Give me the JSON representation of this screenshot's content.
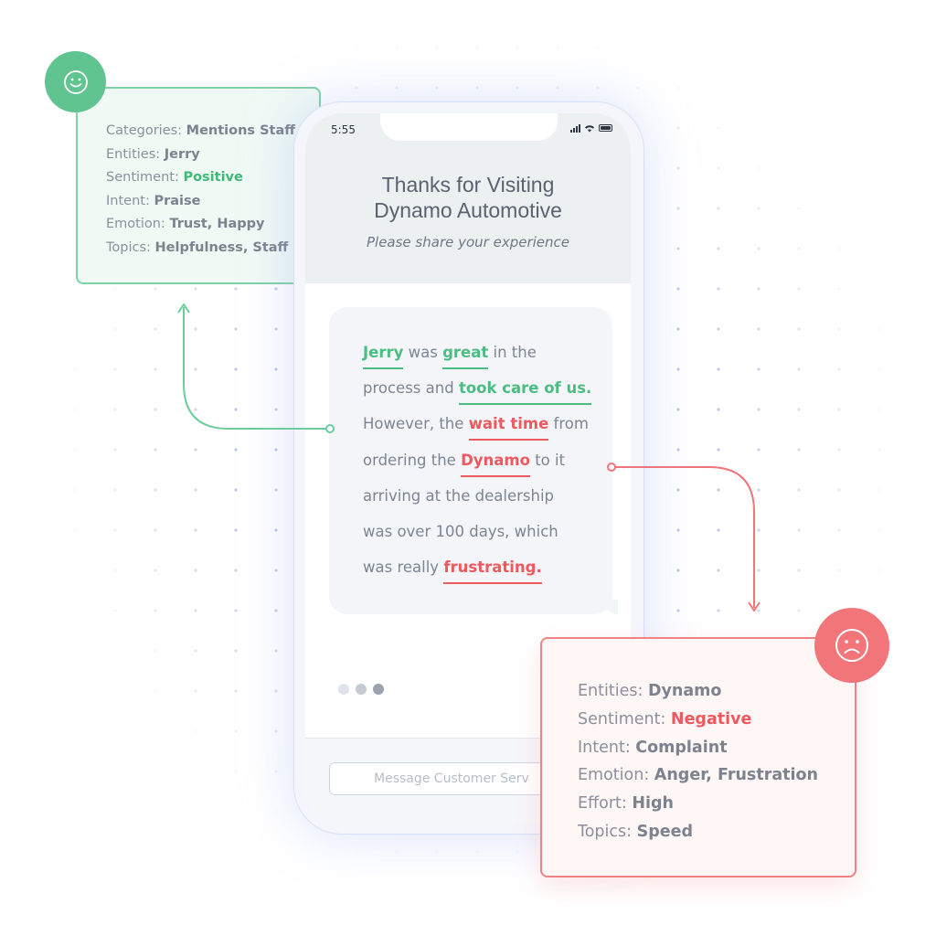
{
  "colors": {
    "positive": "#4bbd83",
    "negative": "#ec5a5f",
    "text": "#7d8492"
  },
  "phone": {
    "status_time": "5:55",
    "status_icons": [
      "signal-icon",
      "wifi-icon",
      "battery-icon"
    ],
    "title_line1": "Thanks for Visiting",
    "title_line2": "Dynamo Automotive",
    "subtitle": "Please share your experience",
    "review": {
      "line1": {
        "e1": "Jerry",
        "t1": " was ",
        "e2": "great",
        "t2": " in the"
      },
      "line2": {
        "t1": "process and ",
        "e1": "took care of us."
      },
      "line3": {
        "t1": "However, the ",
        "e1": "wait time",
        "t2": " from"
      },
      "line4": {
        "t1": "ordering the ",
        "e1": "Dynamo",
        "t2": " to it"
      },
      "line5": "arriving at the dealership",
      "line6": "was over 100 days, which",
      "line7": {
        "t1": "was really ",
        "e1": "frustrating."
      }
    },
    "pager": {
      "pages": 3,
      "active": 3
    },
    "message_placeholder": "Message Customer Serv"
  },
  "positive_card": {
    "icon": "happy-face-icon",
    "rows": [
      {
        "label": "Categories: ",
        "value": "Mentions Staff"
      },
      {
        "label": "Entities: ",
        "value": "Jerry"
      },
      {
        "label": "Sentiment: ",
        "value": "Positive"
      },
      {
        "label": "Intent: ",
        "value": "Praise"
      },
      {
        "label": "Emotion: ",
        "value": "Trust, Happy"
      },
      {
        "label": "Topics: ",
        "value": "Helpfulness, Staff"
      }
    ]
  },
  "negative_card": {
    "icon": "sad-face-icon",
    "rows": [
      {
        "label": "Entities: ",
        "value": "Dynamo"
      },
      {
        "label": "Sentiment: ",
        "value": "Negative"
      },
      {
        "label": "Intent: ",
        "value": "Complaint"
      },
      {
        "label": "Emotion: ",
        "value": "Anger, Frustration"
      },
      {
        "label": "Effort: ",
        "value": "High"
      },
      {
        "label": "Topics: ",
        "value": "Speed"
      }
    ]
  }
}
